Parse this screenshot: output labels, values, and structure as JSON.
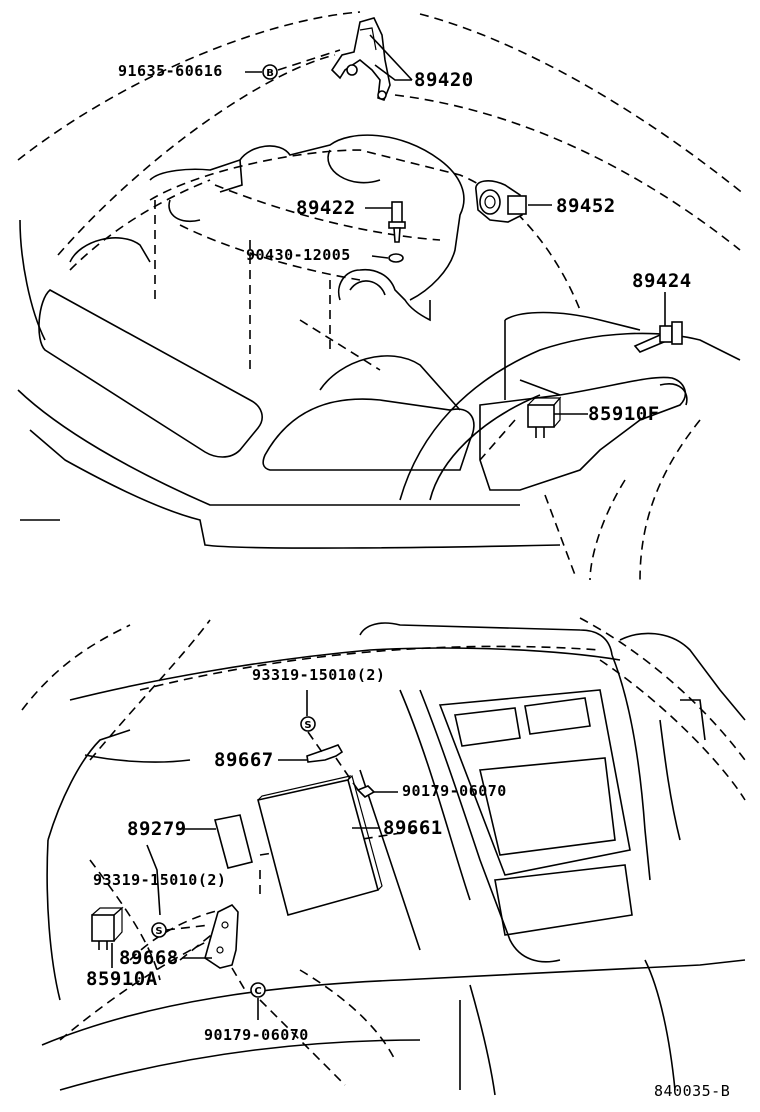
{
  "diagram": {
    "labels": {
      "p91635": "91635-60616",
      "p89420": "89420",
      "p89422": "89422",
      "p89452": "89452",
      "p90430": "90430-12005",
      "p89424": "89424",
      "p85910F": "85910F",
      "p93319_top": "93319-15010(2)",
      "p89667": "89667",
      "p90179_top": "90179-06070",
      "p89279": "89279",
      "p89661": "89661",
      "p93319_mid": "93319-15010(2)",
      "p89668": "89668",
      "p85910A": "85910A",
      "p90179_bot": "90179-06070",
      "figure_id": "840035-B"
    },
    "symbols": {
      "b": "B",
      "s1": "S",
      "s2": "S",
      "c": "C"
    }
  }
}
